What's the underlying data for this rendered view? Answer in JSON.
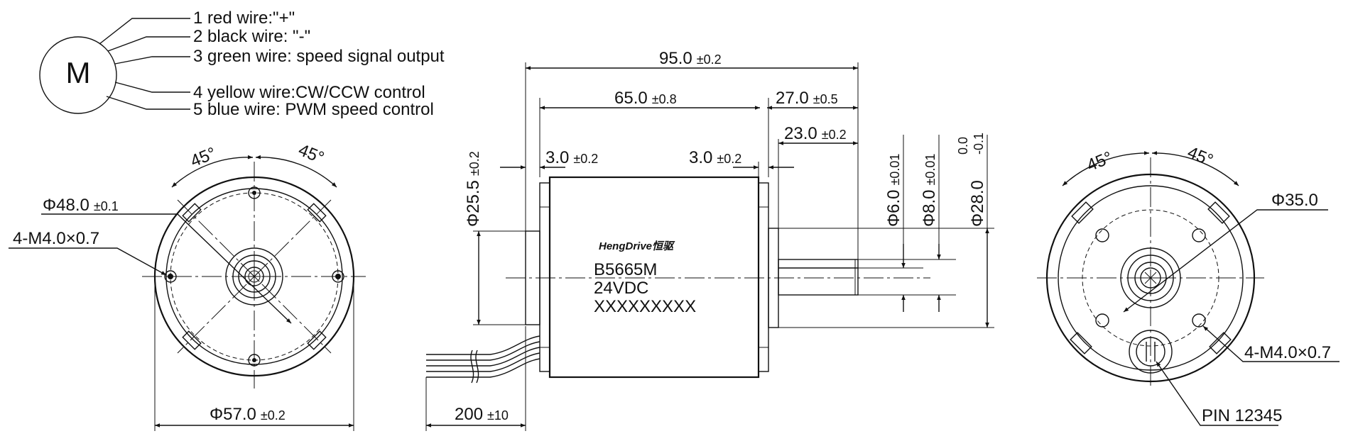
{
  "wiring": {
    "motor_symbol": "M",
    "wires": [
      "1 red wire:\"+\"",
      "2 black wire: \"-\"",
      "3 green wire: speed signal output",
      "4 yellow wire:CW/CCW control",
      "5 blue wire: PWM speed control"
    ]
  },
  "front_view": {
    "angle_left": "45°",
    "angle_right": "45°",
    "bolt_circle_dia": "Φ48.0",
    "bolt_circle_tol": "±0.1",
    "thread": "4-M4.0×0.7",
    "outer_dia": "Φ57.0",
    "outer_tol": "±0.2"
  },
  "side_view": {
    "overall_length": "95.0",
    "overall_tol": "±0.2",
    "body_length": "65.0",
    "body_tol": "±0.8",
    "shaft_length": "27.0",
    "shaft_tol": "±0.5",
    "flat_length": "23.0",
    "flat_tol": "±0.2",
    "left_cap": "3.0",
    "left_cap_tol": "±0.2",
    "right_cap": "3.0",
    "right_cap_tol": "±0.2",
    "boss_dia": "Φ25.5",
    "boss_tol": "±0.2",
    "shaft_flat_dia": "Φ6.0",
    "shaft_flat_tol": "±0.01",
    "shaft_dia": "Φ8.0",
    "shaft_dia_tol": "±0.01",
    "pilot_dia": "Φ28.0",
    "pilot_tol_upper": "0.0",
    "pilot_tol_lower": "-0.1",
    "brand": "HengDrive恒驱",
    "model": "B5665M",
    "voltage": "24VDC",
    "serial": "XXXXXXXXX",
    "lead_length": "200",
    "lead_tol": "±10"
  },
  "rear_view": {
    "angle_left": "45°",
    "angle_right": "45°",
    "inner_dia": "Φ35.0",
    "thread": "4-M4.0×0.7",
    "pin_label": "PIN 12345"
  }
}
